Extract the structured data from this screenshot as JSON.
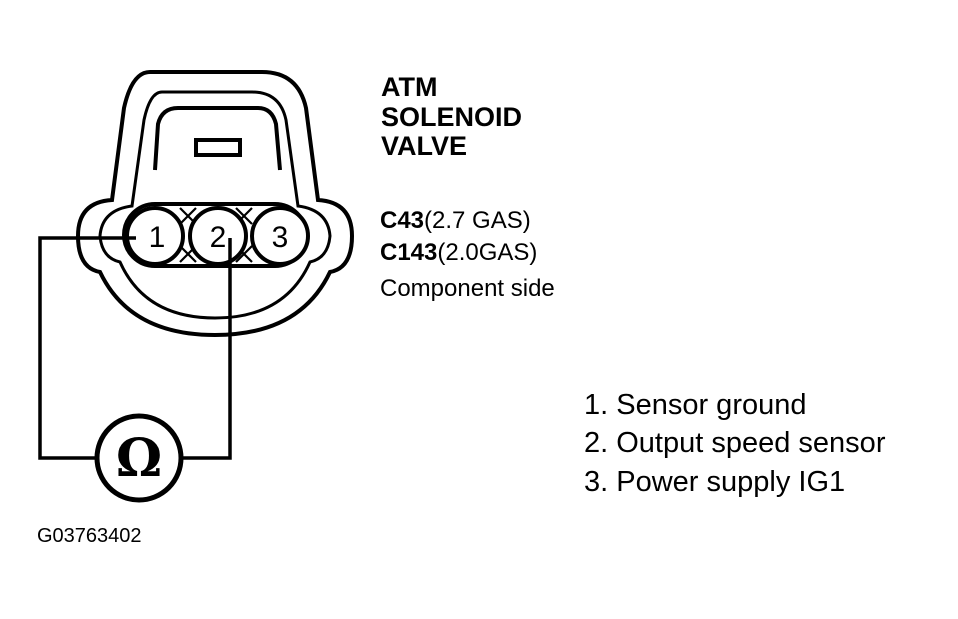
{
  "title": {
    "line1": "ATM",
    "line2": "SOLENOID",
    "line3": "VALVE"
  },
  "connector": {
    "code1": "C43",
    "spec1": "(2.7 GAS)",
    "code2": "C143",
    "spec2": "(2.0GAS)",
    "side": "Component side",
    "pins": [
      "1",
      "2",
      "3"
    ]
  },
  "meter": {
    "symbol": "Ω"
  },
  "legend": [
    "1. Sensor ground",
    "2. Output speed sensor",
    "3. Power supply IG1"
  ],
  "figure_id": "G03763402"
}
